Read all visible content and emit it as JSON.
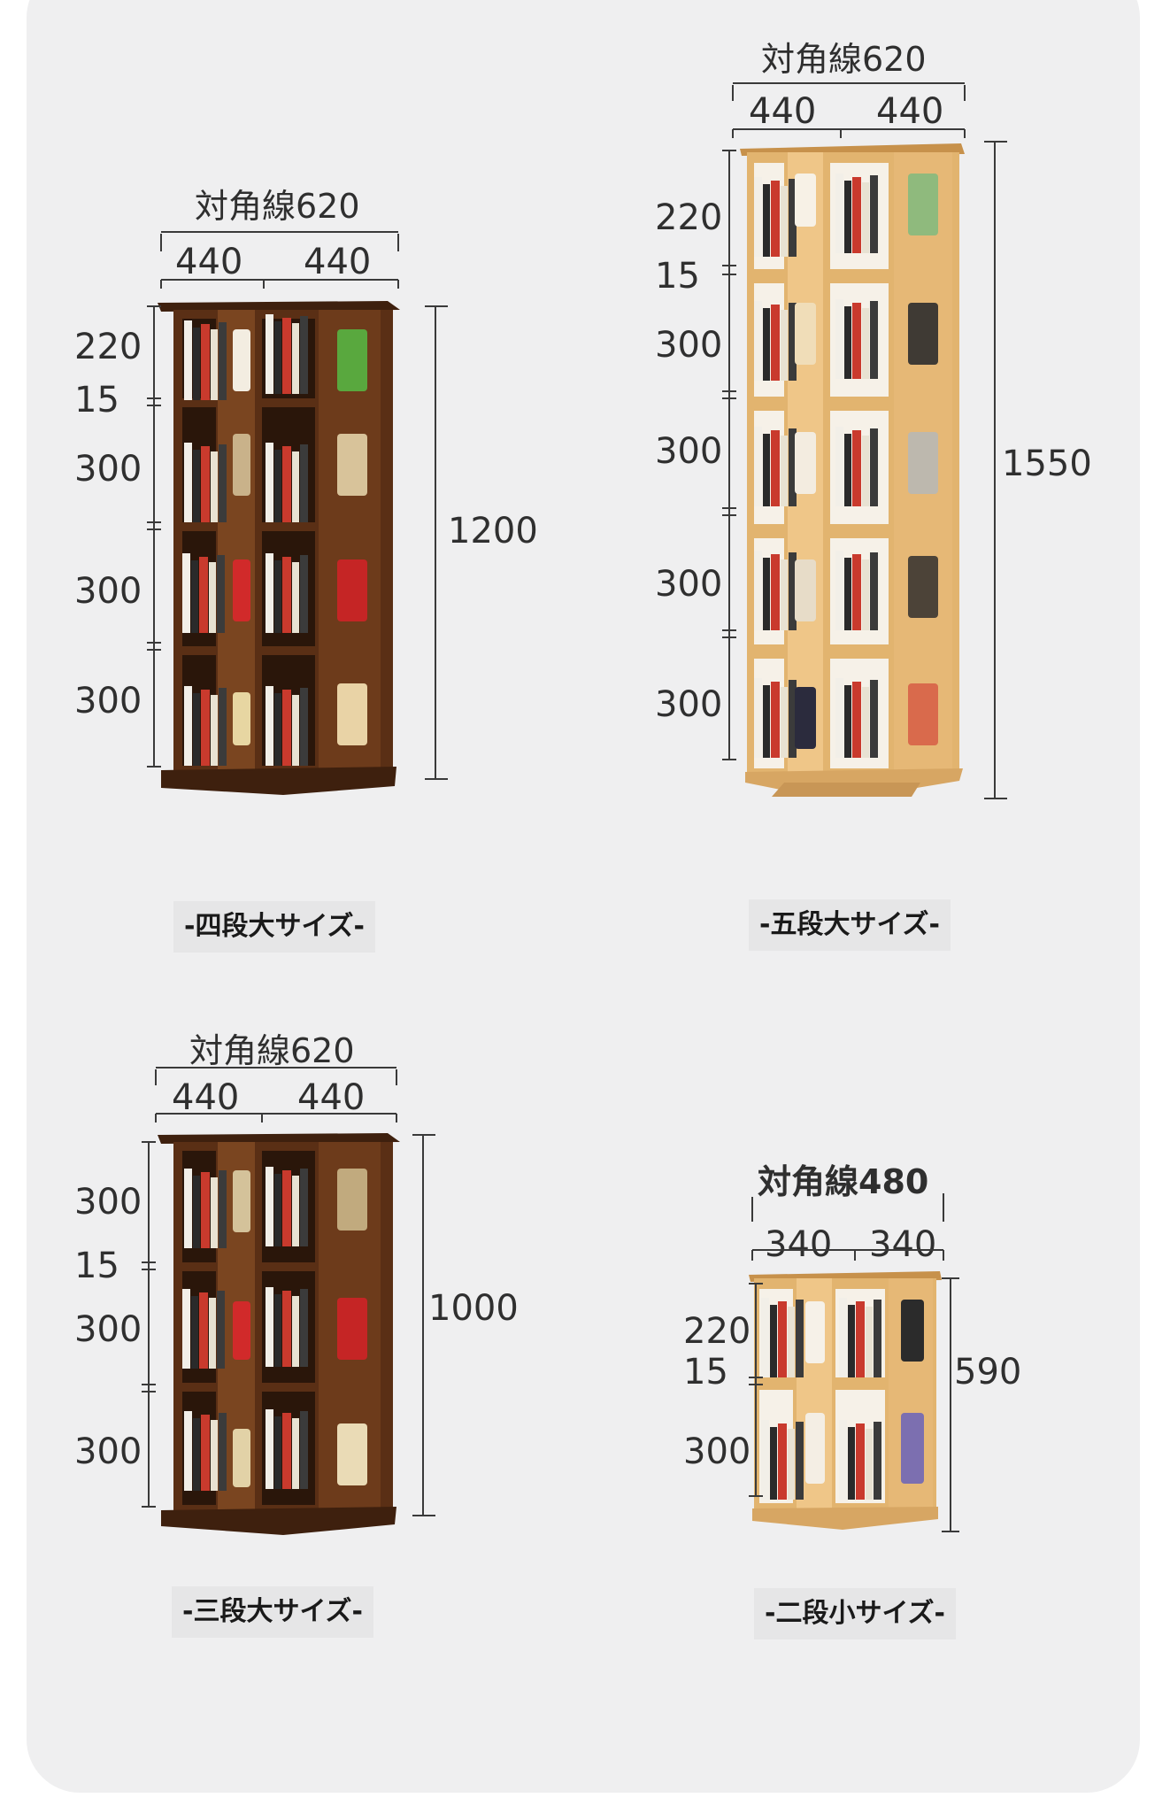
{
  "products": [
    {
      "id": "four-tier",
      "caption": "-四段大サイズ-",
      "diagonal": "対角線620",
      "widths": [
        "440",
        "440"
      ],
      "height": "1200",
      "sections": [
        "220",
        "15",
        "300",
        "300",
        "300"
      ],
      "finish": "walnut"
    },
    {
      "id": "five-tier",
      "caption": "-五段大サイズ-",
      "diagonal": "対角線620",
      "widths": [
        "440",
        "440"
      ],
      "height": "1550",
      "sections": [
        "220",
        "15",
        "300",
        "300",
        "300",
        "300"
      ],
      "finish": "natural"
    },
    {
      "id": "three-tier",
      "caption": "-三段大サイズ-",
      "diagonal": "対角線620",
      "widths": [
        "440",
        "440"
      ],
      "height": "1000",
      "sections": [
        "300",
        "15",
        "300",
        "300"
      ],
      "finish": "walnut"
    },
    {
      "id": "two-tier",
      "caption": "-二段小サイズ-",
      "diagonal": "対角線480",
      "widths": [
        "340",
        "340"
      ],
      "height": "590",
      "sections": [
        "220",
        "15",
        "300"
      ],
      "finish": "natural"
    }
  ],
  "colors": {
    "background": "#efeff0",
    "walnut": "#6b3a1c",
    "walnut_dark": "#3e200e",
    "natural": "#e2b46f",
    "natural_dark": "#b98744",
    "dimension_line": "#3a3a3a"
  }
}
